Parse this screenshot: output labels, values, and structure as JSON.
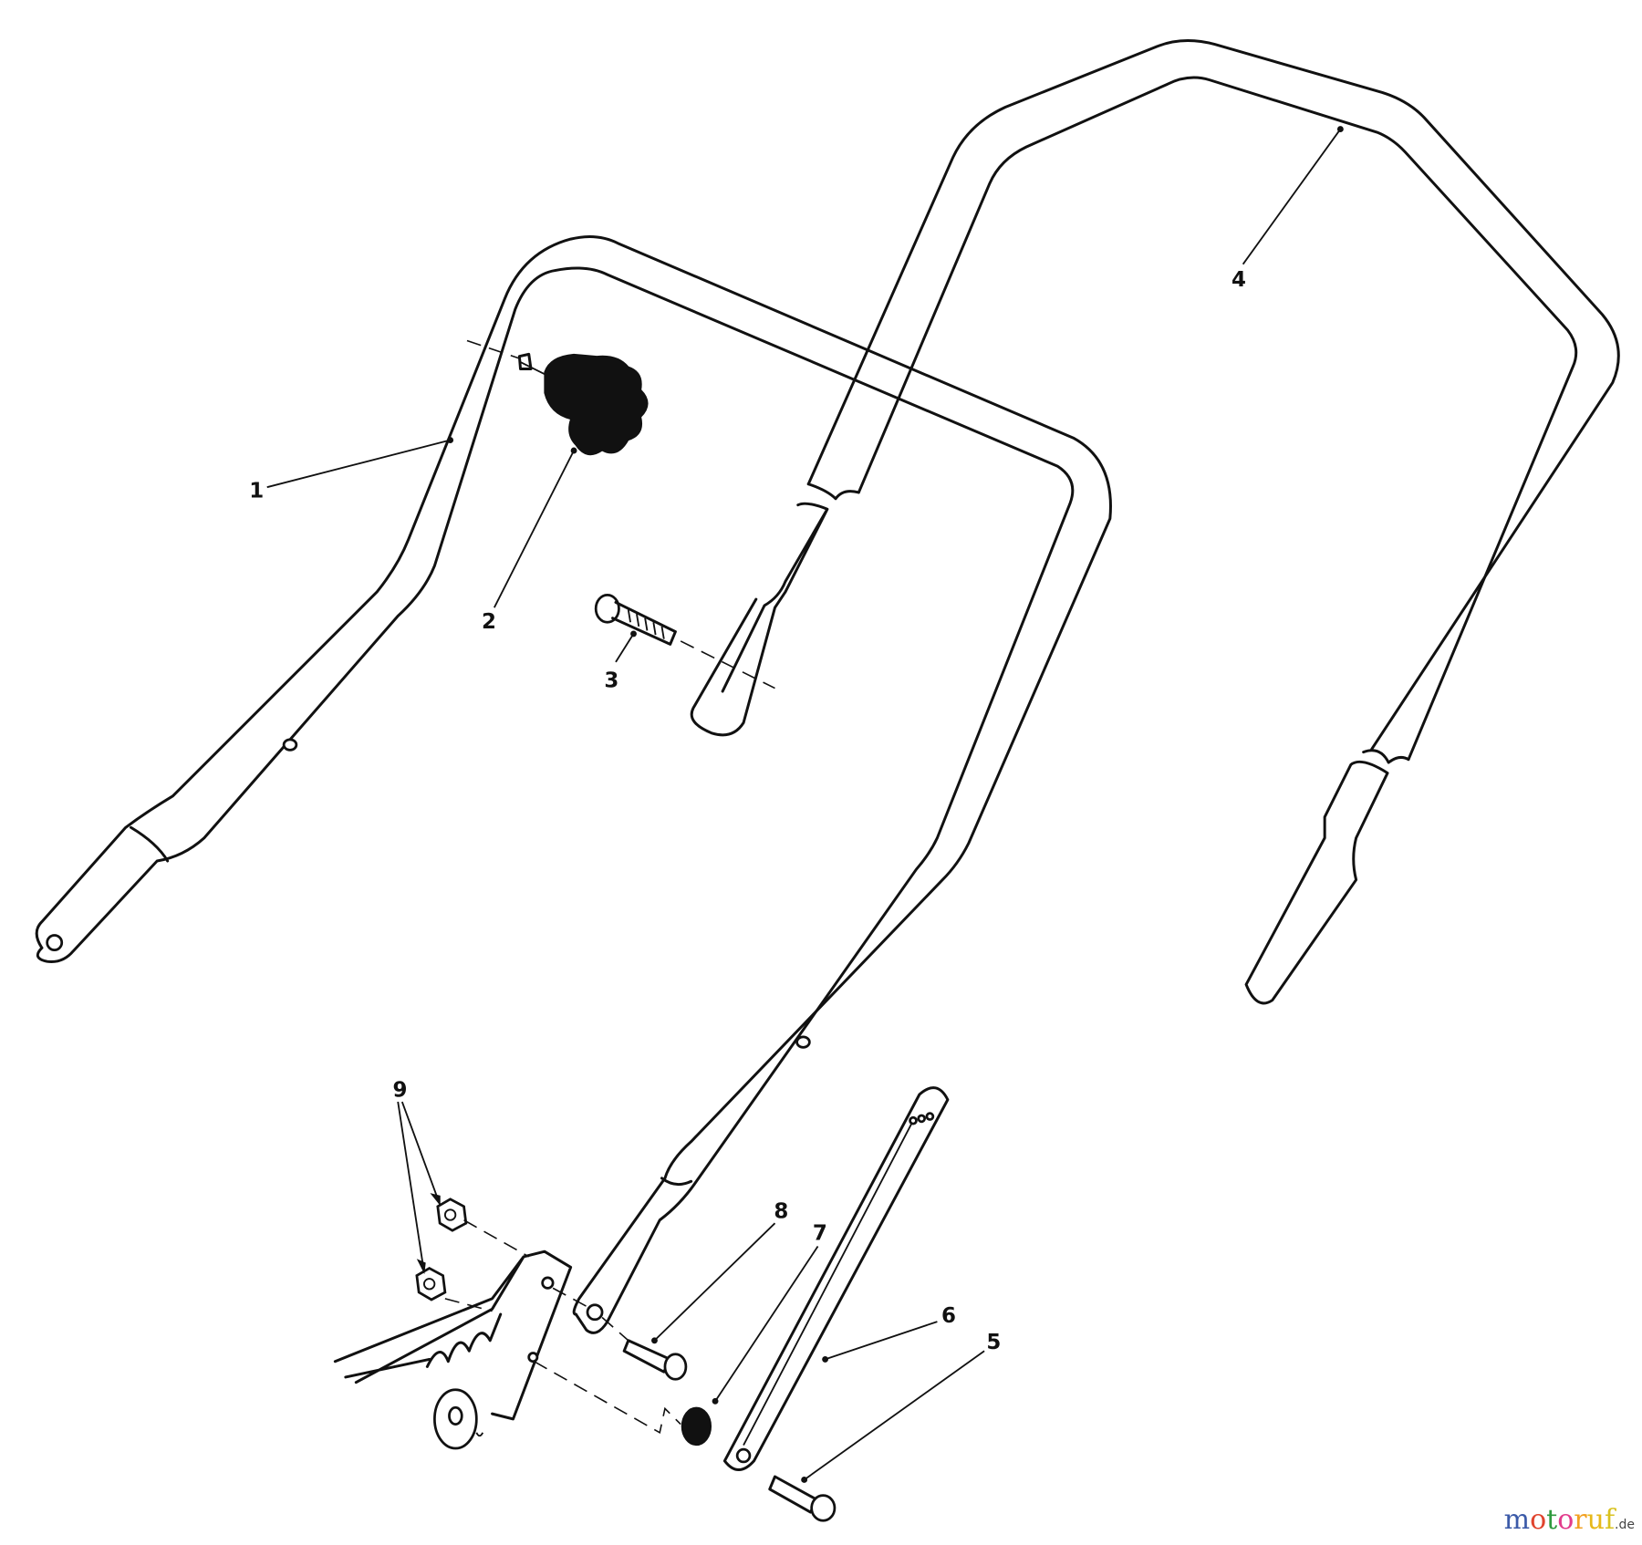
{
  "callouts": {
    "part_1": "1",
    "part_2": "2",
    "part_3": "3",
    "part_4": "4",
    "part_5": "5",
    "part_6": "6",
    "part_7": "7",
    "part_8": "8",
    "part_9": "9"
  },
  "watermark": {
    "text": "motoruf",
    "suffix": ".de",
    "colors": [
      "#3b5aa8",
      "#e0442e",
      "#2f9a3e",
      "#e23c8c",
      "#f2a021",
      "#e7b81a",
      "#d9c21f"
    ]
  }
}
